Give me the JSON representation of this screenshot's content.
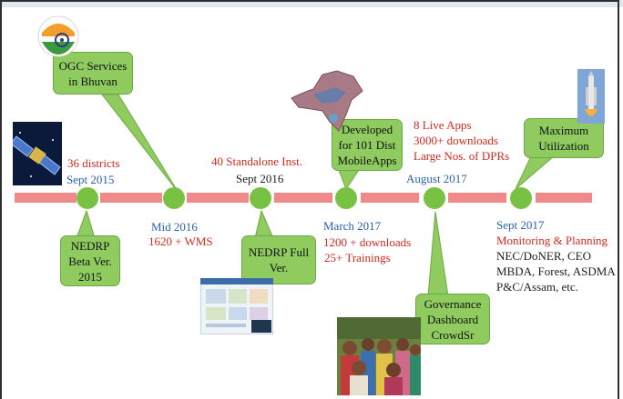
{
  "milestones": {
    "sep2015": {
      "date": "Sept 2015",
      "note": "36 districts"
    },
    "mid2016": {
      "date": "Mid 2016",
      "note": "1620 + WMS"
    },
    "sep2016": {
      "date": "Sept 2016",
      "note": "40 Standalone Inst."
    },
    "mar2017": {
      "date": "March 2017",
      "note1": "1200 + downloads",
      "note2": "25+ Trainings"
    },
    "aug2017": {
      "date": "August 2017",
      "note1": "8 Live Apps",
      "note2": "3000+ downloads",
      "note3": "Large Nos. of DPRs"
    },
    "sep2017": {
      "date": "Sept 2017",
      "note_red": "Monitoring & Planning",
      "users1": "NEC/DoNER, CEO",
      "users2": "MBDA, Forest, ASDMA",
      "users3": "P&C/Assam, etc."
    }
  },
  "callouts": {
    "ogc": [
      "OGC Services",
      "in Bhuvan"
    ],
    "nedrp_beta": [
      "NEDRP",
      "Beta Ver.",
      "2015"
    ],
    "nedrp_full": [
      "NEDRP Full",
      "Ver."
    ],
    "mobile": [
      "Developed",
      "for 101 Dist",
      "MobileApps"
    ],
    "governance": [
      "Governance",
      "Dashboard",
      "CrowdSr"
    ],
    "max_util": [
      "Maximum",
      "Utilization"
    ]
  },
  "colors": {
    "timeline": "#f08a8a",
    "node": "#79c143",
    "callout": "#8fcb5e",
    "date_text": "#2a5fb0",
    "note_text": "#d42a1e"
  },
  "icons": [
    "india-flag-logo-icon",
    "satellite-icon",
    "northeast-map-icon",
    "rocket-launch-icon",
    "dashboard-screenshot-icon",
    "crowd-photo-icon"
  ]
}
